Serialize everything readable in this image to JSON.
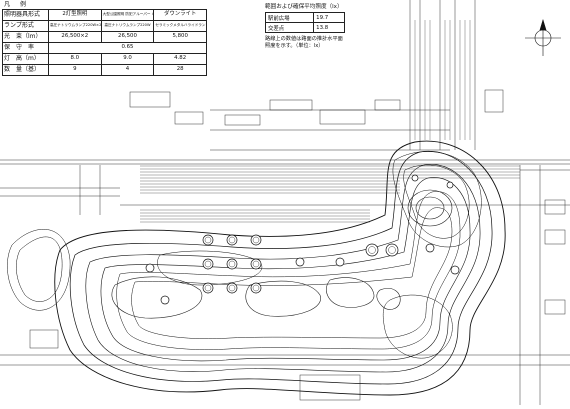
{
  "legend": {
    "title": "凡　例",
    "rows": [
      {
        "label": "照明器具形式",
        "cells": [
          "2灯型照明",
          "大型公園照明 防犯アルーパー ハーネイト",
          "ダウンライト"
        ]
      },
      {
        "label": "ランプ形式",
        "cells": [
          "高圧ナトリウムランプ220W×2",
          "高圧ナトリウムランプ220W",
          "セラミックメタルハライドランプ70W"
        ]
      },
      {
        "label": "光　束（lm）",
        "cells": [
          "26,500×2",
          "26,500",
          "5,800"
        ]
      },
      {
        "label": "保　守　率",
        "cells": [
          "0.65"
        ]
      },
      {
        "label": "灯　高（m）",
        "cells": [
          "8.0",
          "9.0",
          "4.82"
        ]
      },
      {
        "label": "数　量（基）",
        "cells": [
          "9",
          "4",
          "28"
        ]
      }
    ]
  },
  "illuminance": {
    "title": "範囲および確保平均照度（lx）",
    "rows": [
      {
        "label": "駅前広場",
        "value": "19.7"
      },
      {
        "label": "交差点",
        "value": "13.8"
      }
    ],
    "note_1": "路線上の数値は路面の推計水平面",
    "note_2": "照度を示す。（単位：lx）"
  },
  "map": {
    "north_symbol": "north-arrow"
  }
}
